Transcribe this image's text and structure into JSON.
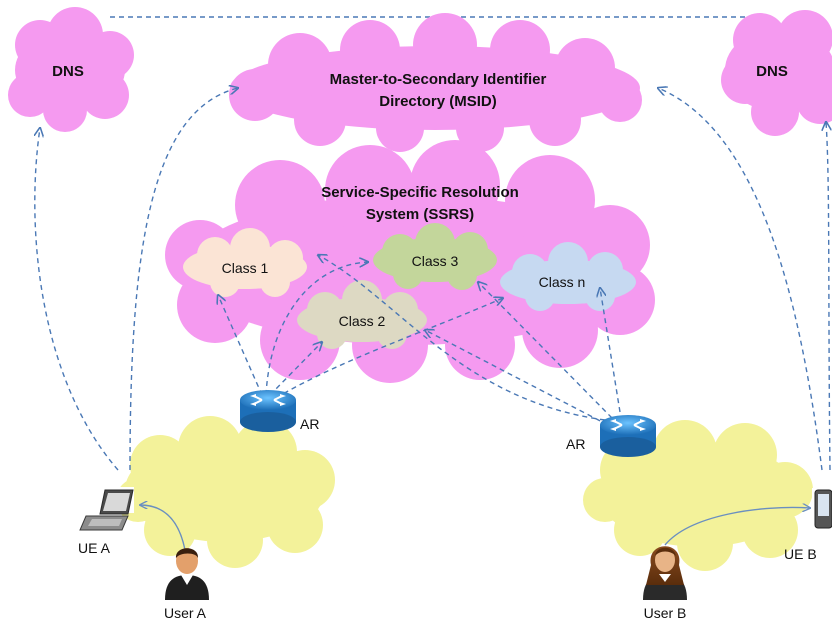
{
  "dns_left": "DNS",
  "dns_right": "DNS",
  "msid": {
    "line1": "Master-to-Secondary Identifier",
    "line2": "Directory (MSID)"
  },
  "ssrs": {
    "line1": "Service-Specific Resolution",
    "line2": "System (SSRS)"
  },
  "classes": {
    "c1": "Class 1",
    "c2": "Class 2",
    "c3": "Class 3",
    "cn": "Class n"
  },
  "routers": {
    "left": "AR",
    "right": "AR"
  },
  "devices": {
    "ue_a": "UE A",
    "ue_b": "UE B"
  },
  "users": {
    "a": "User A",
    "b": "User B"
  },
  "colors": {
    "cloud_pink": "#f59af0",
    "cloud_yellow": "#f3f29a",
    "class1": "#fbe4d5",
    "class2": "#ddd9c3",
    "class3": "#c3d69b",
    "classn": "#c6d9f1",
    "arrow": "#4a78b5",
    "router": "#3399dd"
  }
}
